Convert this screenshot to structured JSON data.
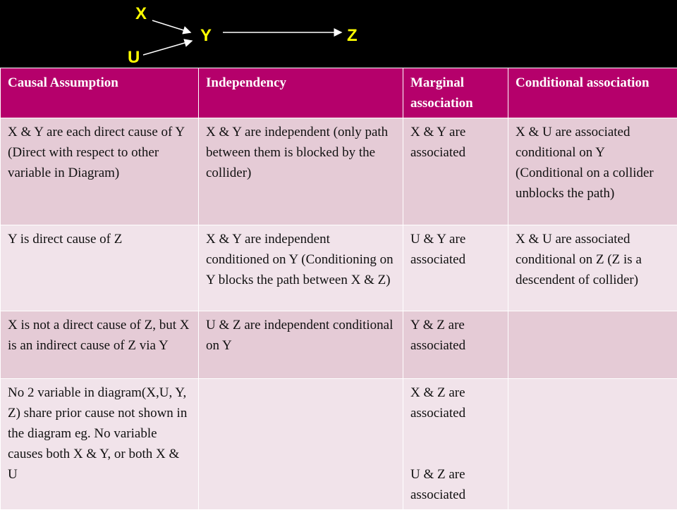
{
  "diagram": {
    "nodes": {
      "x": "X",
      "y": "Y",
      "z": "Z",
      "u": "U"
    },
    "edges": [
      [
        "X",
        "Y"
      ],
      [
        "U",
        "Y"
      ],
      [
        "Y",
        "Z"
      ]
    ],
    "node_color": "#ffff00",
    "background": "#000000"
  },
  "table": {
    "header_color": "#b5006b",
    "headers": [
      "Causal Assumption",
      "Independency",
      "Marginal association",
      "Conditional association"
    ],
    "rows": [
      {
        "assumption": "X & Y are each direct cause of  Y\n(Direct with respect to other variable in Diagram)",
        "independency": "X & Y are independent (only path between them is blocked by the collider)",
        "marginal": "X & Y are associated",
        "conditional": "X & U are associated conditional on Y\n (Conditional on a collider unblocks the path)"
      },
      {
        "assumption": "Y is direct cause of Z",
        "independency": "X & Y are independent conditioned on Y (Conditioning on Y blocks the path between X & Z)",
        "marginal": "U & Y are associated",
        "conditional": "X & U are associated conditional on Z (Z is a descendent of collider)"
      },
      {
        "assumption": "X is not a direct cause of Z, but X is an indirect cause of Z via Y",
        "independency": "U & Z are independent conditional on Y",
        "marginal": "Y & Z are associated",
        "conditional": ""
      },
      {
        "assumption": "No 2 variable in diagram(X,U, Y, Z) share prior cause not shown in the diagram eg. No variable causes both X & Y, or both X & U",
        "independency": "",
        "marginal": "X & Z are associated",
        "marginal_2": "U & Z are associated",
        "conditional": ""
      }
    ]
  }
}
